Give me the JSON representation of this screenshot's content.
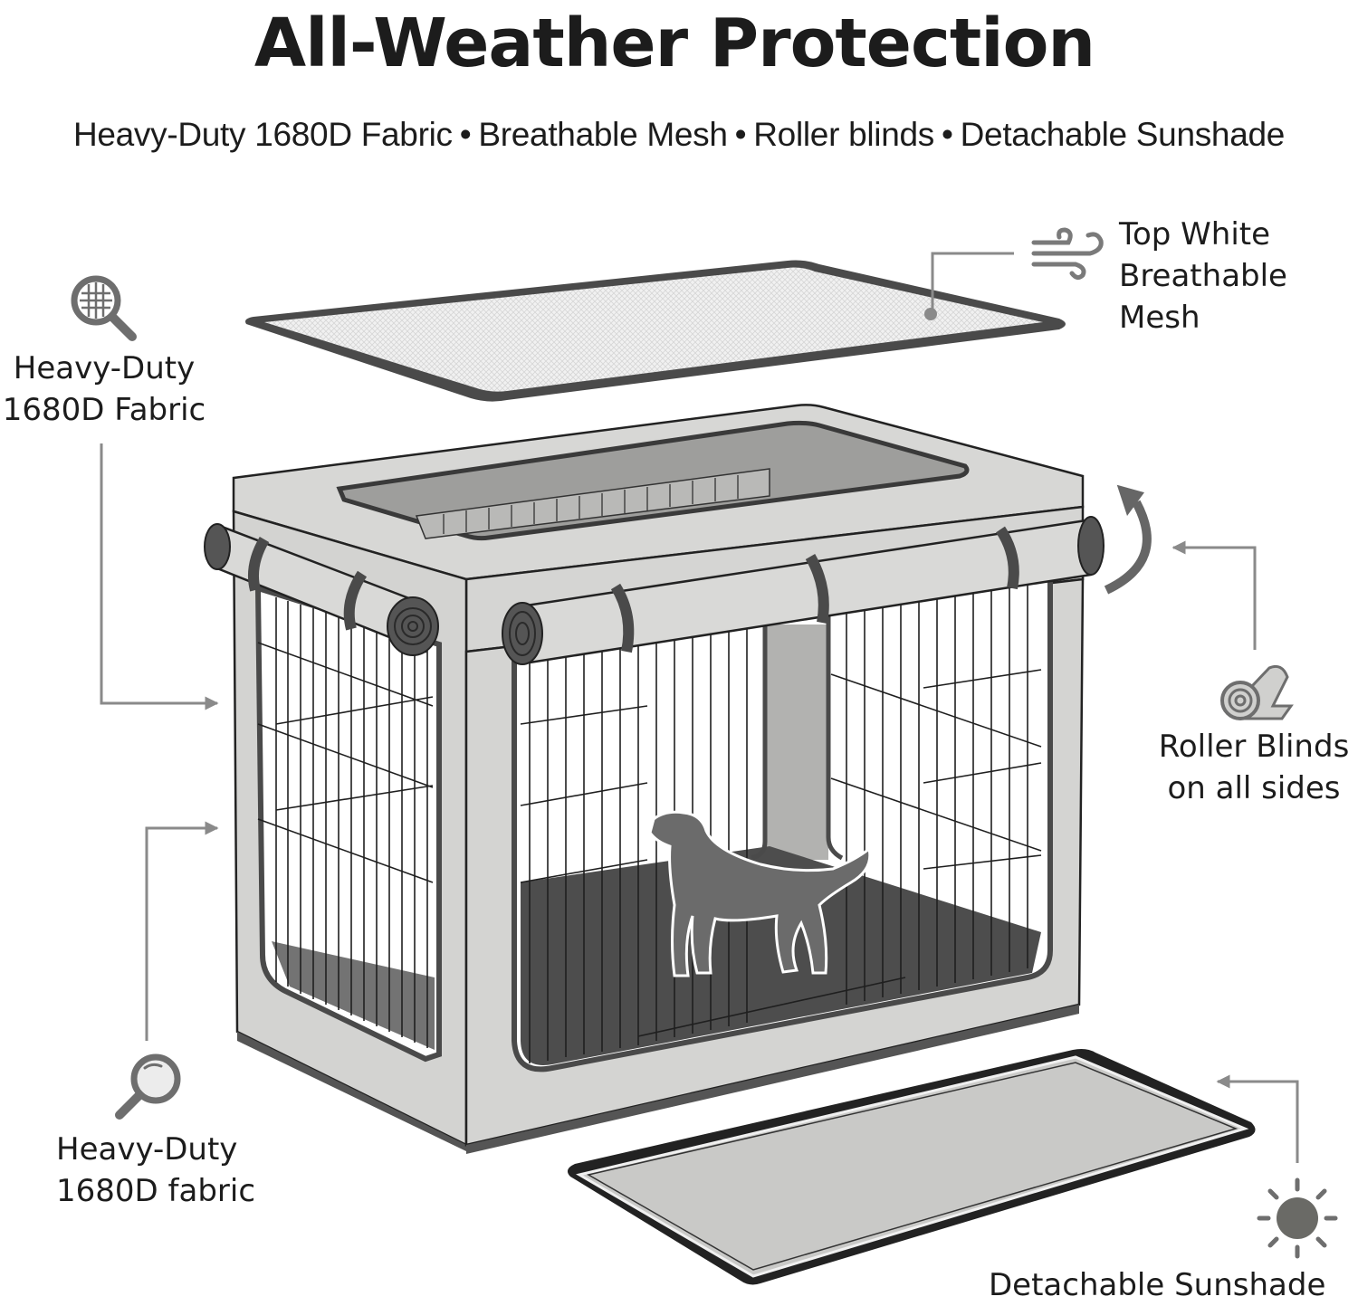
{
  "header": {
    "title": "All-Weather Protection",
    "subtitle_items": [
      "Heavy-Duty 1680D Fabric",
      "Breathable Mesh",
      "Roller blinds",
      "Detachable Sunshade"
    ],
    "separator": "•"
  },
  "callouts": {
    "top_mesh": {
      "icon": "wind-icon",
      "lines": [
        "Top White",
        "Breathable",
        "Mesh"
      ]
    },
    "fabric_upper": {
      "icon": "mesh-magnifier-icon",
      "lines": [
        "Heavy-Duty",
        "1680D Fabric"
      ]
    },
    "roller_blinds": {
      "icon": "rolled-blind-icon",
      "lines": [
        "Roller Blinds",
        "on all sides"
      ]
    },
    "fabric_lower": {
      "icon": "magnifier-icon",
      "lines": [
        "Heavy-Duty",
        "1680D fabric"
      ]
    },
    "sunshade": {
      "icon": "sun-icon",
      "lines": [
        "Detachable Sunshade"
      ]
    }
  },
  "illustration": {
    "subject": "soft-sided dog crate with wire frame",
    "parts": [
      "top-mesh-panel",
      "crate-body",
      "roller-blinds",
      "dog-silhouette",
      "sunshade-panel"
    ]
  },
  "colors": {
    "text": "#1c1c1c",
    "leader_line": "#8a8a8a",
    "icon_gray": "#6e6e6e",
    "fabric": "#d4d4d2",
    "frame_dark": "#4a4a4a",
    "floor": "#4d4d4d"
  }
}
